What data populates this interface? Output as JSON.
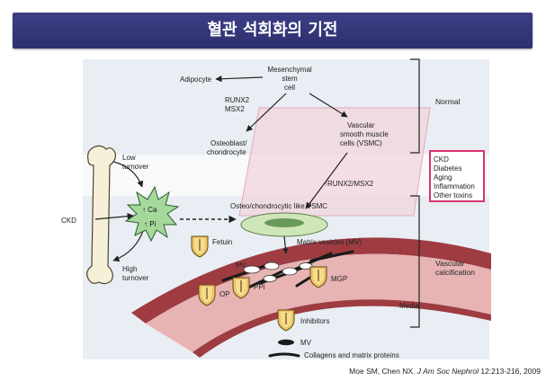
{
  "slide": {
    "title": "혈관 석회화의 기전",
    "citation": {
      "authors": "Moe SM, Chen NX.",
      "journal": "J Am Soc Nephrol",
      "pages": "12:213-216, 2009"
    }
  },
  "diagram": {
    "nodes": {
      "mesenchymal": "Mesenchymal stem cell",
      "adipocyte": "Adipocyte",
      "runx2": "RUNX2",
      "msx2": "MSX2",
      "osteoblast_1": "Osteoblast/",
      "osteoblast_2": "chondrocyte",
      "vsmc_1": "Vascular",
      "vsmc_2": "smooth muscle",
      "vsmc_3": "cells (VSMC)",
      "runx2_msx2": "↑RUNX2/MSX2",
      "osteo_vsmc": "Osteo/chondrocytic like VSMC",
      "low_turnover_1": "Low",
      "low_turnover_2": "turnover",
      "high_turnover_1": "High",
      "high_turnover_2": "turnover",
      "ckd_arrow": "CKD",
      "ca": "↑ Ca",
      "pi": "↑ Pi",
      "fetuin": "Fetuin",
      "matrix_vesicles": "Matrix vesicles (MV)",
      "mv_in_vessel": "MV",
      "op": "OP",
      "ppi": "PPi",
      "mgp": "MGP",
      "media": "Media"
    },
    "brackets": {
      "normal": "Normal",
      "vascular_calcification_1": "Vascular",
      "vascular_calcification_2": "calcification"
    },
    "risk_factors": [
      "CKD",
      "Diabetes",
      "Aging",
      "Inflammation",
      "Other toxins"
    ],
    "legend": {
      "inhibitors": "Inhibitors",
      "mv": "MV",
      "collagens": "Collagens and matrix proteins"
    }
  },
  "colors": {
    "title_bar": "#2d2f70",
    "panel_bg": "#e8eef3",
    "vessel_outer": "#9e3c42",
    "vessel_wall": "#e7b3b3",
    "risk_box_border": "#d9336e",
    "shield_fill": "#e9c46a",
    "crystal_fill": "#a5d99b",
    "vsmc_sheet": "#f2d4dc"
  }
}
